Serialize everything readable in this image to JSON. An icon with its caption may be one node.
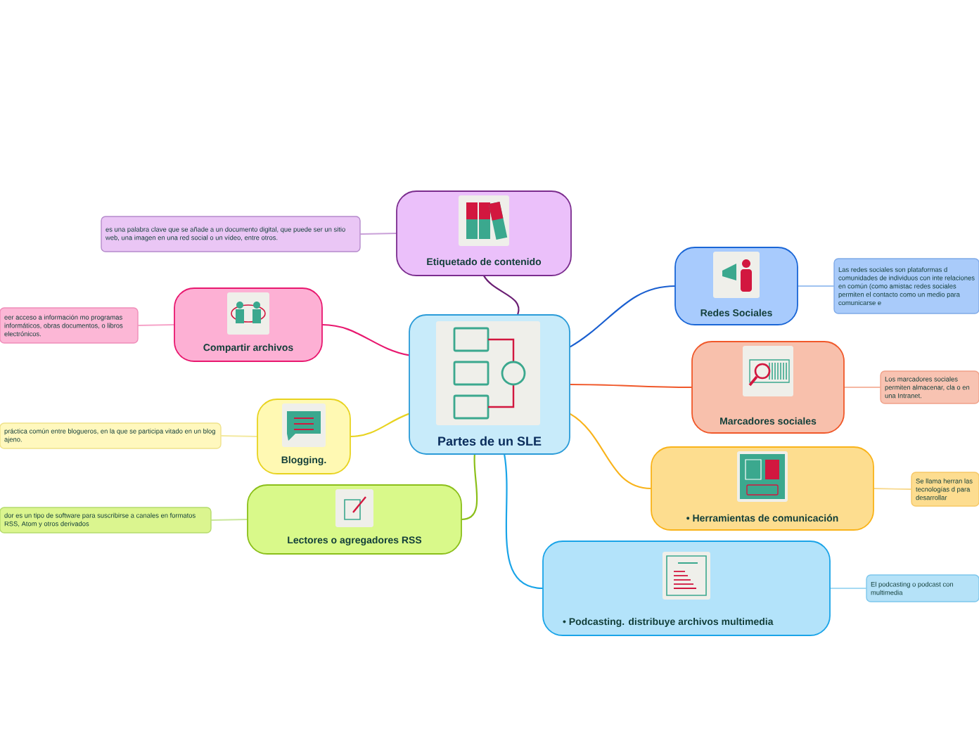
{
  "diagram": {
    "nodes": [
      {
        "text": [
          "Partes de un SLE"
        ]
      },
      {
        "text": [
          "Etiquetado de contenido"
        ]
      },
      {
        "text": [
          "es una palabra clave que se añade a un documento digital, que puede ser un sitio web, una imagen en una red social o un vídeo, entre otros."
        ]
      },
      {
        "text": [
          "Compartir archivos"
        ]
      },
      {
        "text": [
          "eer acceso a información mo programas informáticos, obras documentos, o libros electrónicos."
        ]
      },
      {
        "text": [
          "Blogging."
        ]
      },
      {
        "text": [
          "práctica común entre blogueros, en la que se participa vitado en un blog ajeno."
        ]
      },
      {
        "text": [
          "Lectores o agregadores RSS"
        ]
      },
      {
        "text": [
          "dor es un tipo de software para suscribirse a canales en formatos RSS, Atom y otros derivados"
        ]
      },
      {
        "text": [
          "Redes Sociales"
        ]
      },
      {
        "text": [
          "Las redes sociales son plataformas d comunidades de individuos con inte relaciones en común (como amistac redes sociales permiten el contacto como un medio para comunicarse e"
        ]
      },
      {
        "text": [
          "Marcadores sociales"
        ]
      },
      {
        "text": [
          "Los marcadores sociales permiten almacenar, cla o en una Intranet."
        ]
      },
      {
        "text": [
          "• Herramientas de comunicación"
        ]
      },
      {
        "text": [
          "Se llama herran las tecnologías d para desarrollar"
        ]
      },
      {
        "text": [
          "• Podcasting. distribuye archivos multimedia"
        ]
      },
      {
        "text": [
          "El podcasting o podcast con multimedia"
        ]
      }
    ],
    "edges": [
      {
        "from": 0,
        "to": 1,
        "arrow": "none",
        "color": "#6b1f74"
      },
      {
        "from": 1,
        "to": 2,
        "arrow": "none",
        "color": "#c9a0d8"
      },
      {
        "from": 0,
        "to": 3,
        "arrow": "none",
        "color": "#e8186f"
      },
      {
        "from": 3,
        "to": 4,
        "arrow": "none",
        "color": "#f6a3c8"
      },
      {
        "from": 0,
        "to": 5,
        "arrow": "none",
        "color": "#e8d320"
      },
      {
        "from": 5,
        "to": 6,
        "arrow": "none",
        "color": "#f3e9a0"
      },
      {
        "from": 0,
        "to": 7,
        "arrow": "none",
        "color": "#8bbf1a"
      },
      {
        "from": 7,
        "to": 8,
        "arrow": "none",
        "color": "#c9e79a"
      },
      {
        "from": 0,
        "to": 9,
        "arrow": "none",
        "color": "#1a5fd0"
      },
      {
        "from": 9,
        "to": 10,
        "arrow": "none",
        "color": "#9fc3f0"
      },
      {
        "from": 0,
        "to": 11,
        "arrow": "none",
        "color": "#f0582a"
      },
      {
        "from": 11,
        "to": 12,
        "arrow": "none",
        "color": "#f5b7a2"
      },
      {
        "from": 0,
        "to": 13,
        "arrow": "none",
        "color": "#f9b31a"
      },
      {
        "from": 13,
        "to": 14,
        "arrow": "none",
        "color": "#f8d98e"
      },
      {
        "from": 0,
        "to": 15,
        "arrow": "none",
        "color": "#1aa4e8"
      },
      {
        "from": 15,
        "to": 16,
        "arrow": "none",
        "color": "#a6daf3"
      }
    ]
  }
}
